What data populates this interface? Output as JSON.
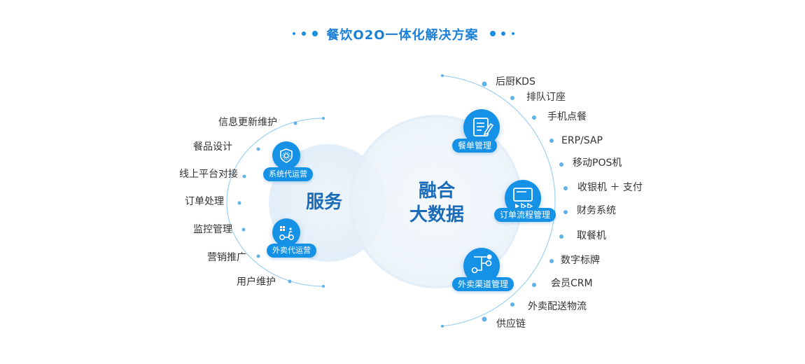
{
  "title": "餐饮O2O一体化解决方案",
  "left": {
    "center_label": "服务",
    "items": [
      "信息更新维护",
      "餐品设计",
      "线上平台对接",
      "订单处理",
      "监控管理",
      "营销推广",
      "用户维护"
    ],
    "badges": [
      "系统代运营",
      "外卖代运营"
    ]
  },
  "right": {
    "center_label_line1": "融合",
    "center_label_line2": "大数据",
    "items": [
      "后厨KDS",
      "排队订座",
      "手机点餐",
      "ERP/SAP",
      "移动POS机",
      "收银机 ＋ 支付",
      "财务系统",
      "取餐机",
      "数字标牌",
      "会员CRM",
      "外卖配送物流",
      "供应链"
    ],
    "badges": [
      "餐单管理",
      "订单流程管理",
      "外卖渠道管理"
    ]
  },
  "colors": {
    "accent": "#1591e6",
    "title": "#1a7fd6",
    "center_text": "#1a6bb8",
    "arc": "#7fc1ef"
  },
  "icons": {
    "system_ops": "gear-shield-icon",
    "delivery_ops": "scooter-icon",
    "menu_mgmt": "notepad-pen-icon",
    "order_flow": "flow-play-icon",
    "channel_mgmt": "branch-nodes-icon"
  }
}
